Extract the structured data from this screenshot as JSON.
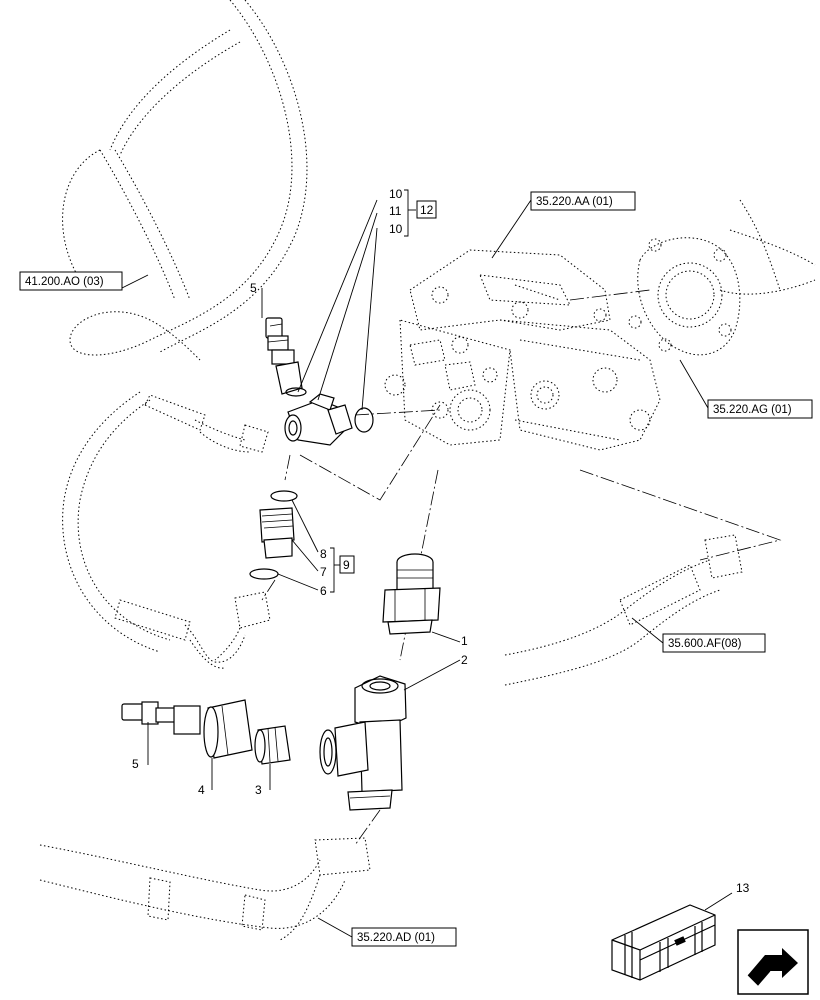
{
  "references": {
    "hose_upper_left": "41.200.AO (03)",
    "pump_assembly": "35.220.AA (01)",
    "flange": "35.220.AG (01)",
    "hose_right": "35.600.AF(08)",
    "hose_bottom": "35.220.AD (01)"
  },
  "callouts": {
    "c1": "1",
    "c2": "2",
    "c3": "3",
    "c4": "4",
    "c5a": "5",
    "c5b": "5",
    "c6": "6",
    "c7": "7",
    "c8": "8",
    "c9": "9",
    "c10a": "10",
    "c11": "11",
    "c10b": "10",
    "c12": "12",
    "c13": "13"
  },
  "icons": {
    "kit_box": "crate-icon",
    "navigation": "arrow-jump-icon"
  }
}
